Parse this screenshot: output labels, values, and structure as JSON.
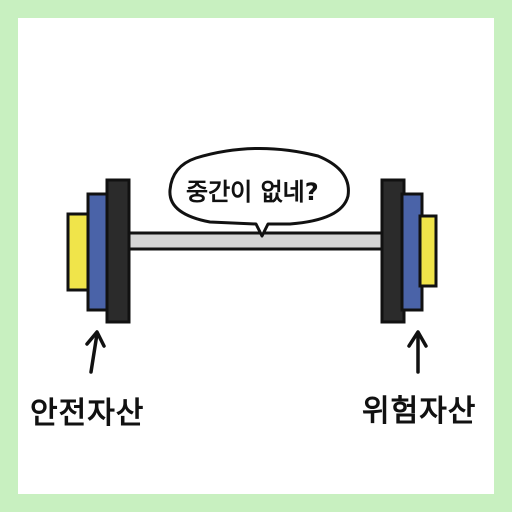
{
  "speech_bubble": {
    "text": "중간이 없네?"
  },
  "labels": {
    "left": "안전자산",
    "right": "위험자산"
  },
  "colors": {
    "background_border": "#c8f0c0",
    "plate_black": "#2b2b2b",
    "plate_blue": "#4a63a8",
    "plate_yellow": "#f0e44a",
    "bar": "#d4d4d4",
    "outline": "#111111"
  },
  "icons": {
    "left_arrow": "arrow-up-icon",
    "right_arrow": "arrow-up-icon"
  }
}
